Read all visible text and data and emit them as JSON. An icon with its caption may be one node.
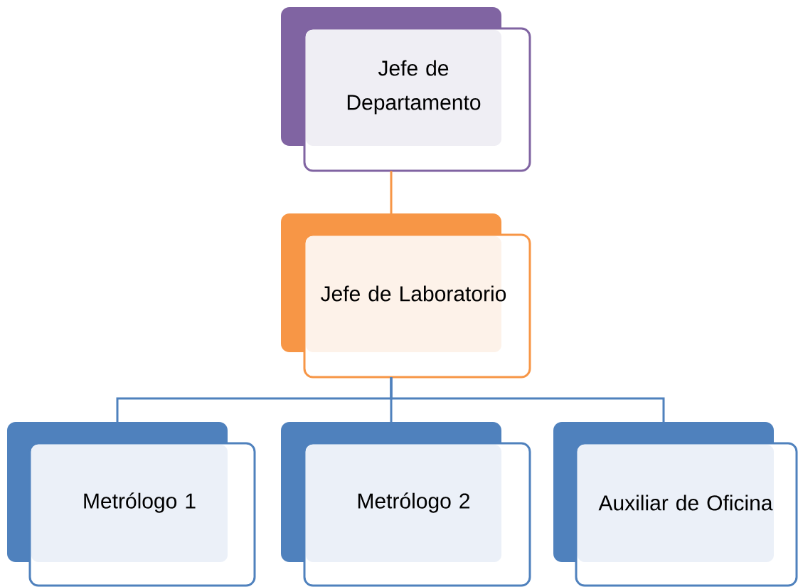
{
  "diagram": {
    "nodes": [
      {
        "text": [
          "Jefe de Departamento"
        ]
      },
      {
        "text": [
          "Jefe de Laboratorio"
        ]
      },
      {
        "text": [
          "Metrólogo 1"
        ]
      },
      {
        "text": [
          "Metrólogo 2"
        ]
      },
      {
        "text": [
          "Auxiliar de Oficina"
        ]
      }
    ],
    "edges": [
      {
        "from": 0,
        "to": 1,
        "arrow": "none",
        "color": "#f79646"
      },
      {
        "from": 1,
        "to": 2,
        "arrow": "none"
      },
      {
        "from": 1,
        "to": 3,
        "arrow": "none"
      },
      {
        "from": 1,
        "to": 4,
        "arrow": "none"
      }
    ]
  }
}
